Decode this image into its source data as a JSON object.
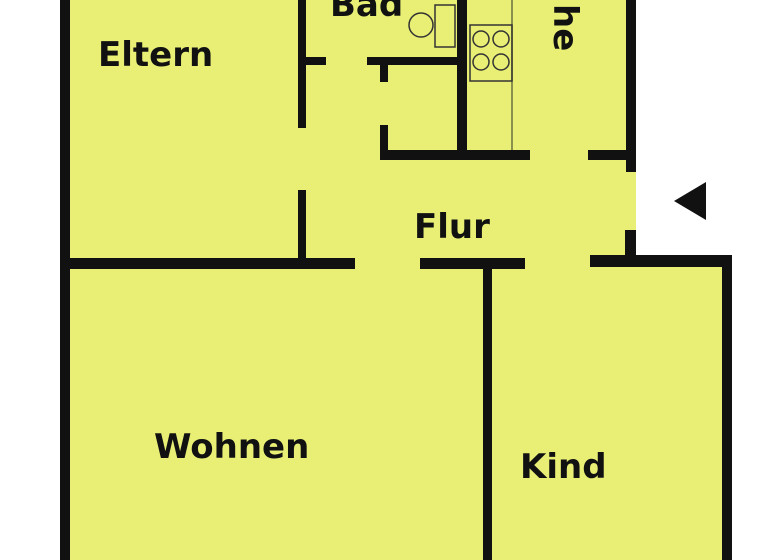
{
  "colors": {
    "floor": "#e8ef74",
    "wall": "#111111",
    "background": "#ffffff"
  },
  "rooms": [
    {
      "id": "eltern",
      "label": "Eltern"
    },
    {
      "id": "bad",
      "label": "Bad"
    },
    {
      "id": "kueche",
      "label": "he"
    },
    {
      "id": "flur",
      "label": "Flur"
    },
    {
      "id": "wohnen",
      "label": "Wohnen"
    },
    {
      "id": "kind",
      "label": "Kind"
    }
  ],
  "entrance": {
    "icon": "triangle-left-arrow"
  }
}
